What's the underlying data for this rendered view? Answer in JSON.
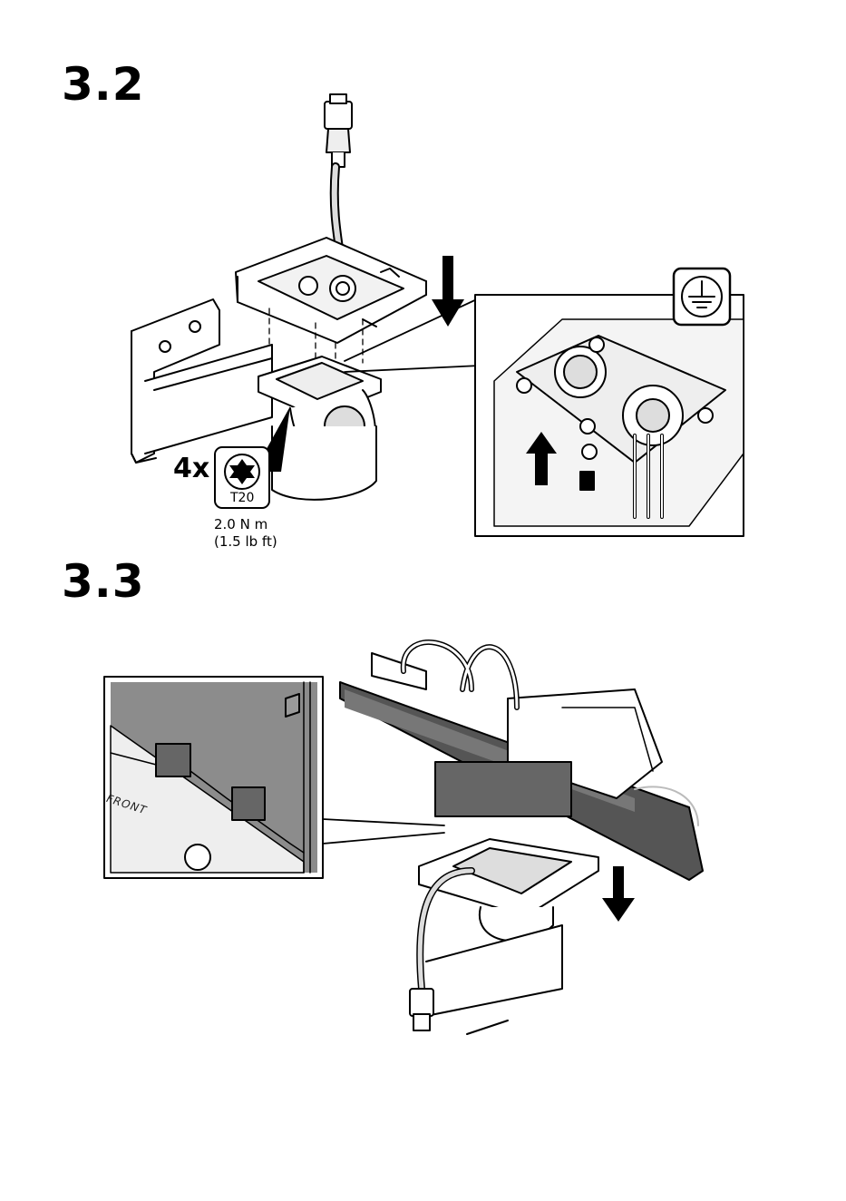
{
  "steps": [
    {
      "number": "3.2",
      "fastener": {
        "count": "4x",
        "bit": "T20",
        "torque_line1": "2.0 N m",
        "torque_line2": "(1.5 lb ft)"
      },
      "detail_icon": "ground-symbol-icon"
    },
    {
      "number": "3.3",
      "detail_label": "FRONT"
    }
  ],
  "colors": {
    "line": "#000000",
    "shade": "#d9d9d9",
    "dark_panel": "#8c8c8c",
    "grey_part": "#bfbfbf"
  }
}
